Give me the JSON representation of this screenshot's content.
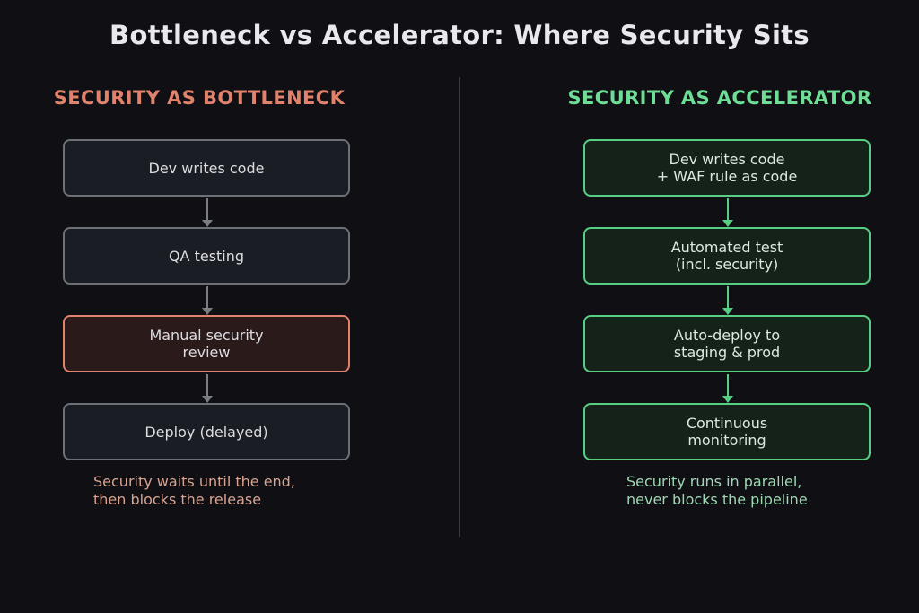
{
  "title": "Bottleneck vs Accelerator: Where Security Sits",
  "colors": {
    "background": "#0f0f14",
    "bottleneck_accent": "#e0826c",
    "accelerator_accent": "#57cf83",
    "neutral_border": "#6c7077"
  },
  "bottleneck": {
    "heading": "SECURITY AS BOTTLENECK",
    "steps": [
      "Dev writes code",
      "QA testing",
      "Manual security\nreview",
      "Deploy (delayed)"
    ],
    "caption": "Security waits until the end,\nthen blocks the release"
  },
  "accelerator": {
    "heading": "SECURITY AS ACCELERATOR",
    "steps": [
      "Dev writes code\n+ WAF rule as code",
      "Automated test\n(incl. security)",
      "Auto-deploy to\nstaging & prod",
      "Continuous\nmonitoring"
    ],
    "caption": "Security runs in parallel,\nnever blocks the pipeline"
  }
}
